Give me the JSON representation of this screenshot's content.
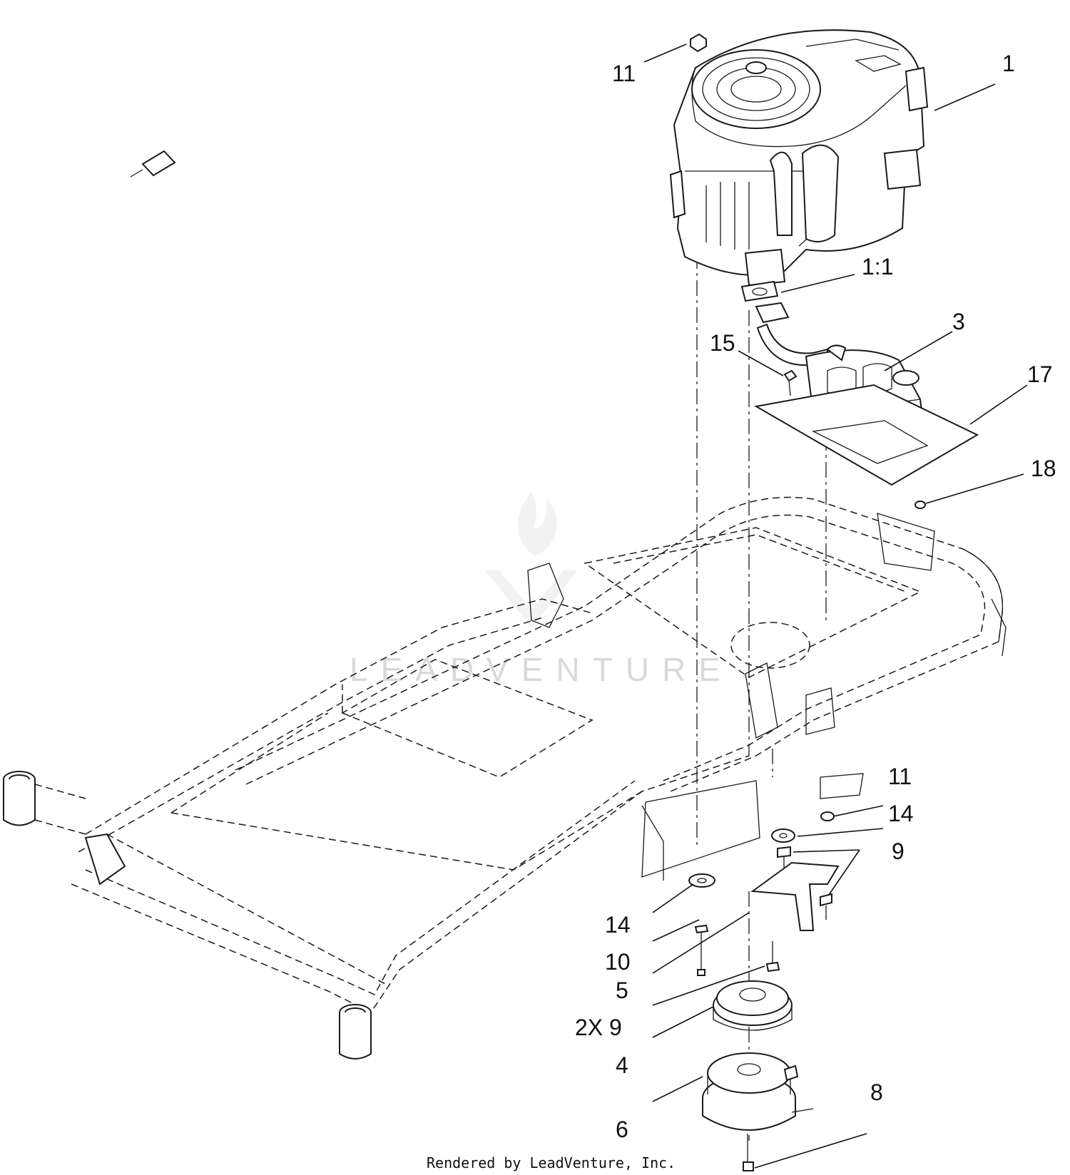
{
  "watermark": "LEADVENTURE",
  "footer": "Rendered by LeadVenture, Inc.",
  "callouts": {
    "c11_top": "11",
    "c1": "1",
    "c1_1": "1:1",
    "c3": "3",
    "c15": "15",
    "c17": "17",
    "c18": "18",
    "c11_right": "11",
    "c14_right": "14",
    "c9_right": "9",
    "c14_left": "14",
    "c10": "10",
    "c5": "5",
    "c2x9": "2X 9",
    "c4": "4",
    "c6": "6",
    "c8": "8"
  }
}
